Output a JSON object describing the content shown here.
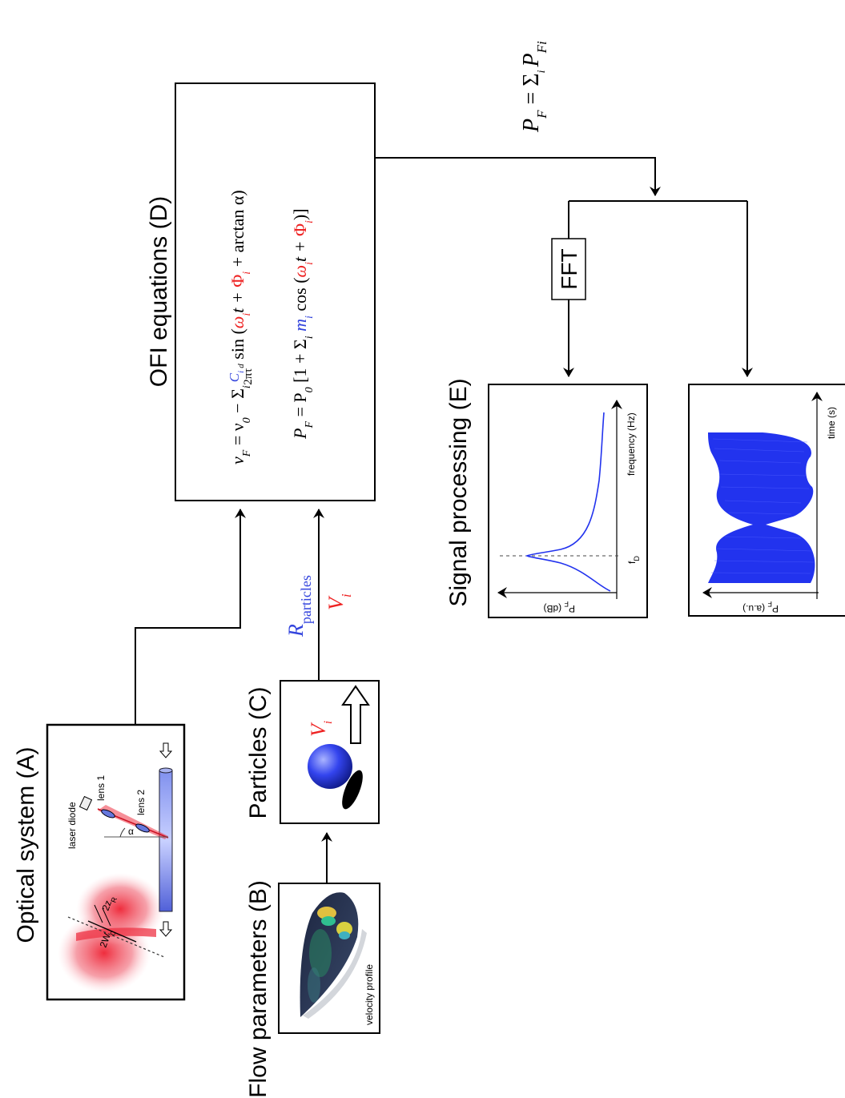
{
  "titles": {
    "optical": "Optical system (A)",
    "flow": "Flow parameters (B)",
    "particles": "Particles (C)",
    "ofi": "OFI equations (D)",
    "signal": "Signal processing (E)"
  },
  "optical": {
    "laser_diode": "laser diode",
    "lens1": "lens 1",
    "lens2": "lens 2",
    "waist": "2W",
    "waist_sub": "0",
    "rayleigh": "2z",
    "rayleigh_sub": "R",
    "angle": "α"
  },
  "flow": {
    "caption": "velocity profile"
  },
  "particles": {
    "velocity": "V",
    "velocity_sub": "i"
  },
  "arrow_labels": {
    "r_main": "R",
    "r_sub": "particles",
    "v_main": "V",
    "v_sub": "i"
  },
  "equations": {
    "eq1_a": "ν",
    "eq1_a_sub": "F",
    "eq1_b": " = ν",
    "eq1_b_sub": "0",
    "eq1_c": " − Σ",
    "eq1_c_sub": "i",
    "eq1_frac_num": "C",
    "eq1_frac_num_sub": "i",
    "eq1_frac_den": "2πτ",
    "eq1_frac_den_sub": "d",
    "eq1_d": " sin (",
    "eq1_e": "ω",
    "eq1_e_sub": "i",
    "eq1_f": "t + ",
    "eq1_g": "Φ",
    "eq1_g_sub": "i",
    "eq1_h": " + arctan α)",
    "eq2_a": "P",
    "eq2_a_sub": "F",
    "eq2_b": " = P",
    "eq2_b_sub": "0",
    "eq2_c": " [1 + Σ",
    "eq2_c_sub": "i",
    "eq2_d": " ",
    "eq2_e": "m",
    "eq2_e_sub": "i",
    "eq2_f": " cos (",
    "eq2_g": "ω",
    "eq2_g_sub": "i",
    "eq2_h": "t + ",
    "eq2_i": "Φ",
    "eq2_i_sub": "i",
    "eq2_j": ")]"
  },
  "sum": {
    "lhs": "P",
    "lhs_sub": "F",
    "eq": " = Σ",
    "eq_sub": "i",
    "rhs": "P",
    "rhs_sub": "Fi"
  },
  "fft_label": "FFT",
  "spectrum": {
    "ylabel": "P",
    "ylabel_sub": "F",
    "ylabel_unit": " (dB)",
    "xlabel": "frequency (Hz)",
    "marker": "f",
    "marker_sub": "D"
  },
  "timeseries": {
    "ylabel": "P",
    "ylabel_sub": "F",
    "ylabel_unit": " (a.u.)",
    "xlabel": "time (s)"
  },
  "colors": {
    "blue": "#3344dd",
    "red": "#ee2222",
    "signal_blue": "#2233ee",
    "laser_red": "#ee3344"
  }
}
